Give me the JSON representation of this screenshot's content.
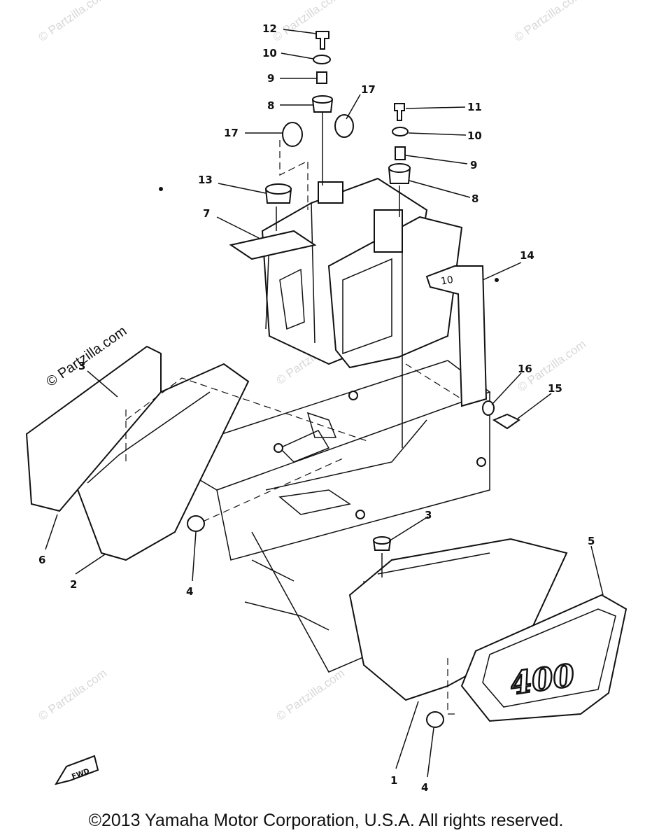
{
  "diagram": {
    "callouts": [
      {
        "id": "12",
        "label": "12"
      },
      {
        "id": "10a",
        "label": "10"
      },
      {
        "id": "9a",
        "label": "9"
      },
      {
        "id": "8a",
        "label": "8"
      },
      {
        "id": "17a",
        "label": "17"
      },
      {
        "id": "17b",
        "label": "17"
      },
      {
        "id": "11",
        "label": "11"
      },
      {
        "id": "10b",
        "label": "10"
      },
      {
        "id": "9b",
        "label": "9"
      },
      {
        "id": "8b",
        "label": "8"
      },
      {
        "id": "13",
        "label": "13"
      },
      {
        "id": "7",
        "label": "7"
      },
      {
        "id": "14",
        "label": "14"
      },
      {
        "id": "16",
        "label": "16"
      },
      {
        "id": "15",
        "label": "15"
      },
      {
        "id": "3a",
        "label": "3"
      },
      {
        "id": "6",
        "label": "6"
      },
      {
        "id": "2",
        "label": "2"
      },
      {
        "id": "4a",
        "label": "4"
      },
      {
        "id": "3b",
        "label": "3"
      },
      {
        "id": "5",
        "label": "5"
      },
      {
        "id": "1",
        "label": "1"
      },
      {
        "id": "4b",
        "label": "4"
      }
    ],
    "badge_text": "400",
    "bracket_tag": "10",
    "fwd_arrow_text": "FWD"
  },
  "watermark": "© Partzilla.com",
  "copyright": "©2013 Yamaha Motor Corporation, U.S.A. All rights reserved."
}
